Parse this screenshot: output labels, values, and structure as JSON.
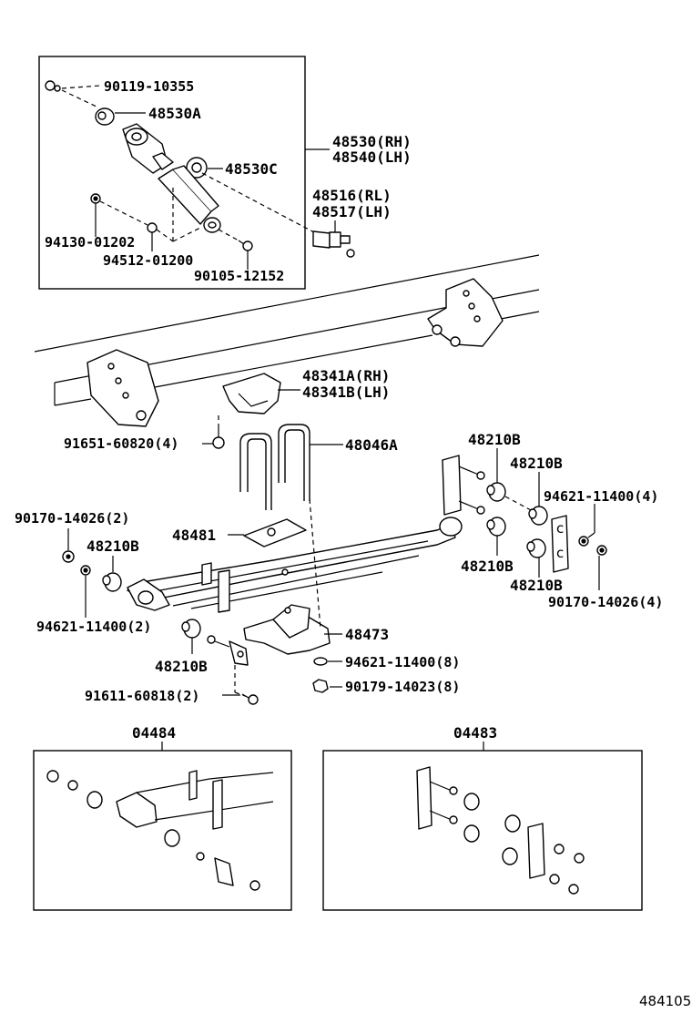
{
  "labels": {
    "p90119": "90119-10355",
    "p48530A": "48530A",
    "p48530C": "48530C",
    "p48530": "48530(RH)",
    "p48540": "48540(LH)",
    "p48516": "48516(RL)",
    "p48517": "48517(LH)",
    "p94130": "94130-01202",
    "p94512": "94512-01200",
    "p90105": "90105-12152",
    "p48341A": "48341A(RH)",
    "p48341B": "48341B(LH)",
    "p91651": "91651-60820(4)",
    "p48046A": "48046A",
    "p48210B_1": "48210B",
    "p48210B_2": "48210B",
    "p94621_r": "94621-11400(4)",
    "p90170_l": "90170-14026(2)",
    "p48481": "48481",
    "p48210B_3": "48210B",
    "p48210B_4": "48210B",
    "p48210B_5": "48210B",
    "p90170_r": "90170-14026(4)",
    "p94621_l": "94621-11400(2)",
    "p48473": "48473",
    "p48210B_6": "48210B",
    "p94621_8": "94621-11400(8)",
    "p91611": "91611-60818(2)",
    "p90179": "90179-14023(8)",
    "kit04484": "04484",
    "kit04483": "04483",
    "figure_number": "484105"
  },
  "icons": {
    "bolt": "bolt-icon",
    "nut": "nut-icon",
    "bushing": "bushing-icon",
    "washer": "washer-icon"
  },
  "colors": {
    "line": "#000000",
    "background": "#ffffff"
  }
}
